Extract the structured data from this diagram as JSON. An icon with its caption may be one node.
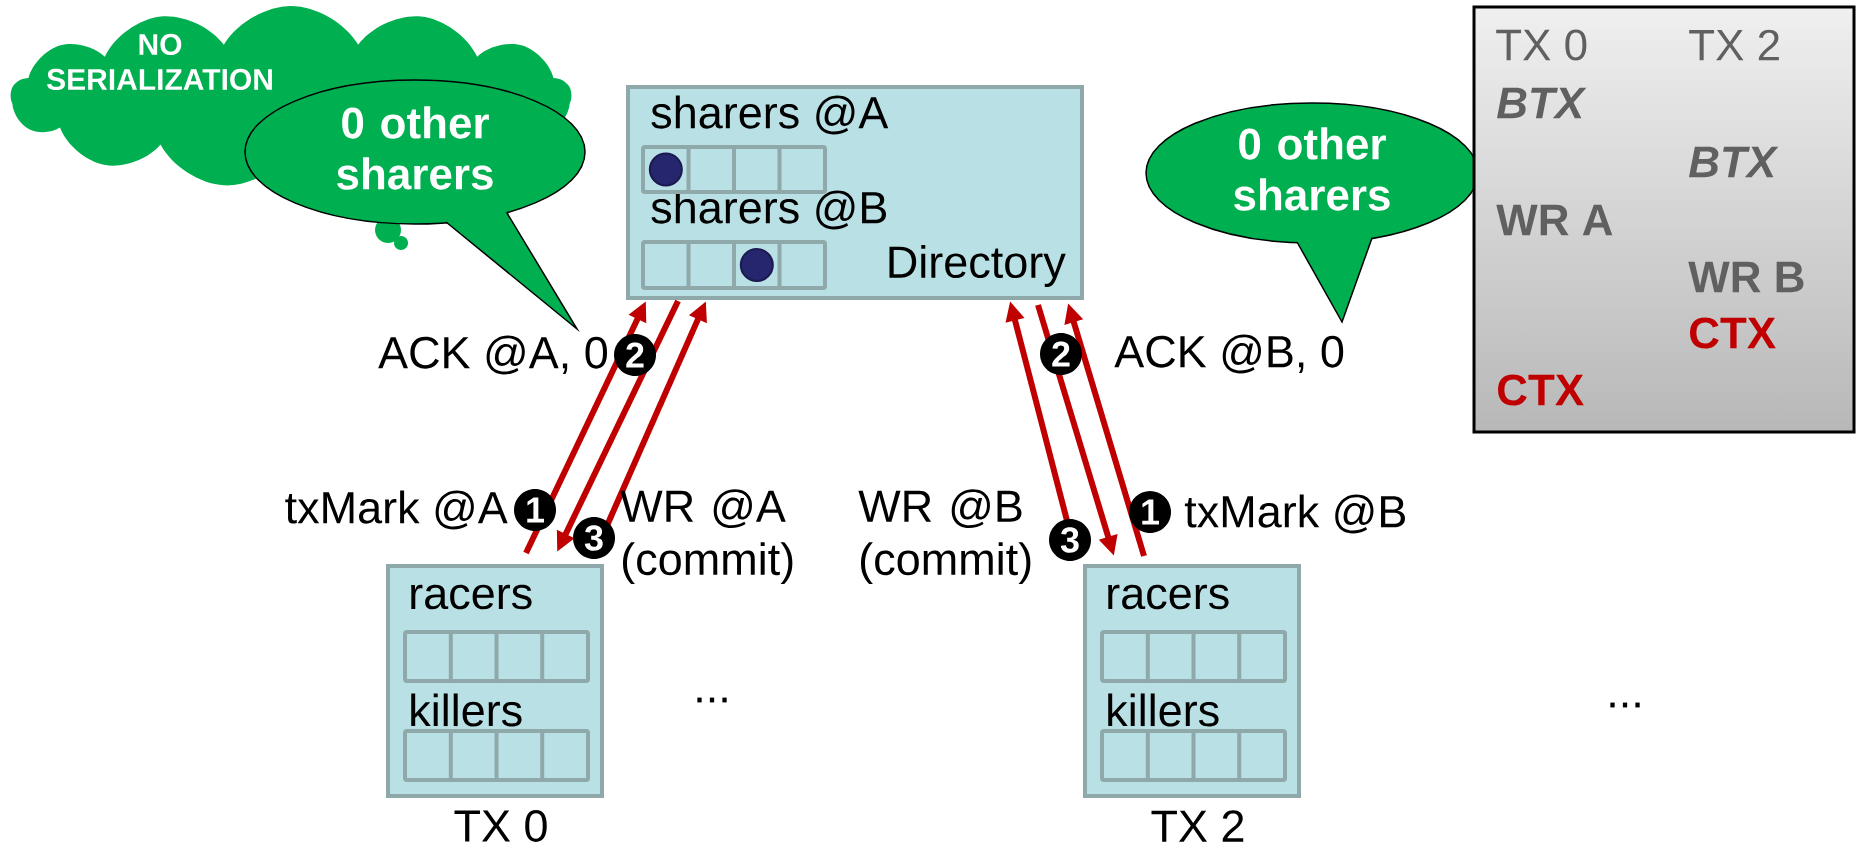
{
  "diagram": {
    "nodes": [
      {
        "text": [
          "NO SERIALIZATION"
        ]
      },
      {
        "text": [
          "0 other sharers"
        ]
      },
      {
        "text": [
          "sharers @A",
          "sharers @B",
          "Directory"
        ]
      },
      {
        "text": [
          "0 other sharers"
        ]
      },
      {
        "text": [
          "TX 0",
          "TX 2",
          "BTX",
          "BTX",
          "WR A",
          "WR B",
          "CTX",
          "CTX"
        ]
      },
      {
        "text": [
          "racers",
          "killers"
        ],
        "beside": [
          "TX 0"
        ]
      },
      {
        "text": [
          "racers",
          "killers"
        ],
        "beside": [
          "TX 2"
        ]
      }
    ],
    "edges": [
      {
        "from": 5,
        "to": 2,
        "arrow": "to",
        "label": "txMark @A"
      },
      {
        "from": 2,
        "to": 5,
        "arrow": "to",
        "label": "ACK @A, 0"
      },
      {
        "from": 5,
        "to": 2,
        "arrow": "to",
        "label": "WR @A (commit)"
      },
      {
        "from": 6,
        "to": 2,
        "arrow": "to",
        "label": "WR @B (commit)"
      },
      {
        "from": 2,
        "to": 6,
        "arrow": "to",
        "label": "ACK @B, 0"
      },
      {
        "from": 6,
        "to": 2,
        "arrow": "to",
        "label": "txMark @B"
      }
    ],
    "labels": [
      "2",
      "2",
      "1",
      "1",
      "3",
      "3",
      "...",
      "..."
    ]
  }
}
